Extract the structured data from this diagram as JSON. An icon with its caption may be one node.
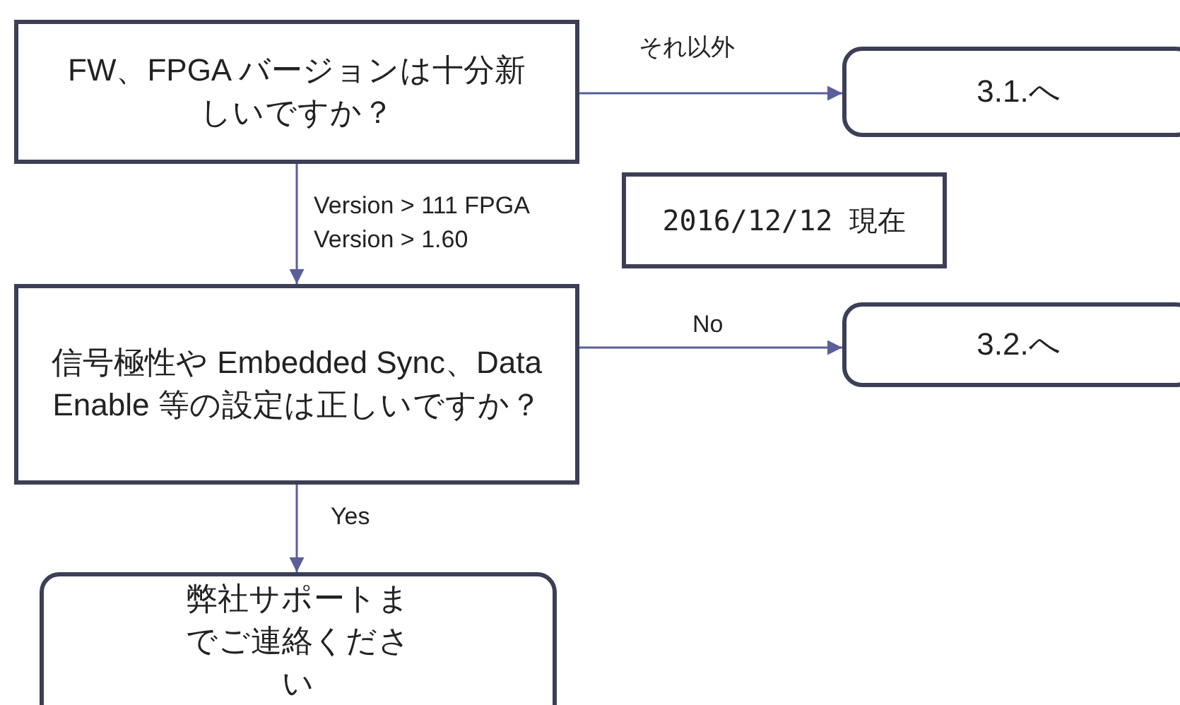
{
  "diagram": {
    "nodes": [
      {
        "text": [
          "FW、FPGA バージョンは十分新しいですか？"
        ]
      },
      {
        "text": [
          "3.1.へ"
        ]
      },
      {
        "text": [
          "2016/12/12 現在"
        ]
      },
      {
        "text": [
          "信号極性や Embedded Sync、Data Enable 等の設定は正しいですか？"
        ]
      },
      {
        "text": [
          "3.2.へ"
        ]
      },
      {
        "text": [
          "弊社サポートまでご連絡ください"
        ]
      }
    ],
    "edges": [
      {
        "from": 0,
        "to": 1,
        "arrow": "to",
        "label": "それ以外"
      },
      {
        "from": 0,
        "to": 3,
        "arrow": "to",
        "label": "Version > 111 FPGA Version > 1.60"
      },
      {
        "from": 3,
        "to": 4,
        "arrow": "to",
        "label": "No"
      },
      {
        "from": 3,
        "to": 5,
        "arrow": "to",
        "label": "Yes"
      }
    ]
  }
}
